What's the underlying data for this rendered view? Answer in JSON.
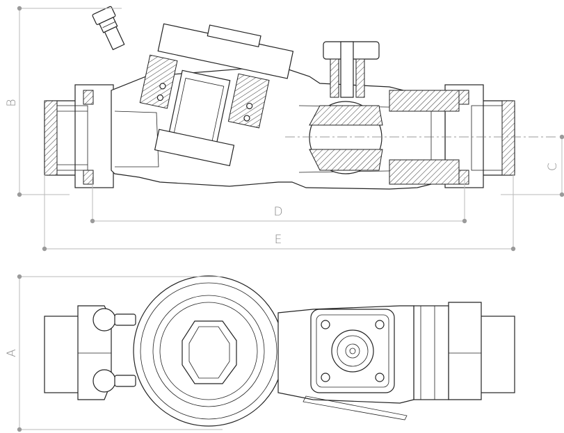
{
  "dimension_labels": {
    "a": "A",
    "b": "B",
    "c": "C",
    "d": "D",
    "e": "E"
  },
  "colors": {
    "dimension": "#9a9a9a",
    "outline": "#222222",
    "background": "#ffffff"
  }
}
